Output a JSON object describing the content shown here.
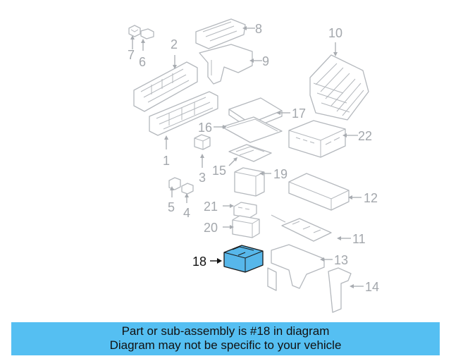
{
  "diagram": {
    "highlight_color": "#57b7ea",
    "callouts": [
      {
        "id": "1",
        "label": "1"
      },
      {
        "id": "2",
        "label": "2"
      },
      {
        "id": "3",
        "label": "3"
      },
      {
        "id": "4",
        "label": "4"
      },
      {
        "id": "5",
        "label": "5"
      },
      {
        "id": "6",
        "label": "6"
      },
      {
        "id": "7",
        "label": "7"
      },
      {
        "id": "8",
        "label": "8"
      },
      {
        "id": "9",
        "label": "9"
      },
      {
        "id": "10",
        "label": "10"
      },
      {
        "id": "11",
        "label": "11"
      },
      {
        "id": "12",
        "label": "12"
      },
      {
        "id": "13",
        "label": "13"
      },
      {
        "id": "14",
        "label": "14"
      },
      {
        "id": "15",
        "label": "15"
      },
      {
        "id": "16",
        "label": "16"
      },
      {
        "id": "17",
        "label": "17"
      },
      {
        "id": "18",
        "label": "18",
        "highlighted": true
      },
      {
        "id": "19",
        "label": "19"
      },
      {
        "id": "20",
        "label": "20"
      },
      {
        "id": "21",
        "label": "21"
      },
      {
        "id": "22",
        "label": "22"
      }
    ]
  },
  "banner": {
    "background": "#55bff2",
    "line1": "Part or sub-assembly is #18 in diagram",
    "line2": "Diagram may not be specific to your vehicle"
  }
}
